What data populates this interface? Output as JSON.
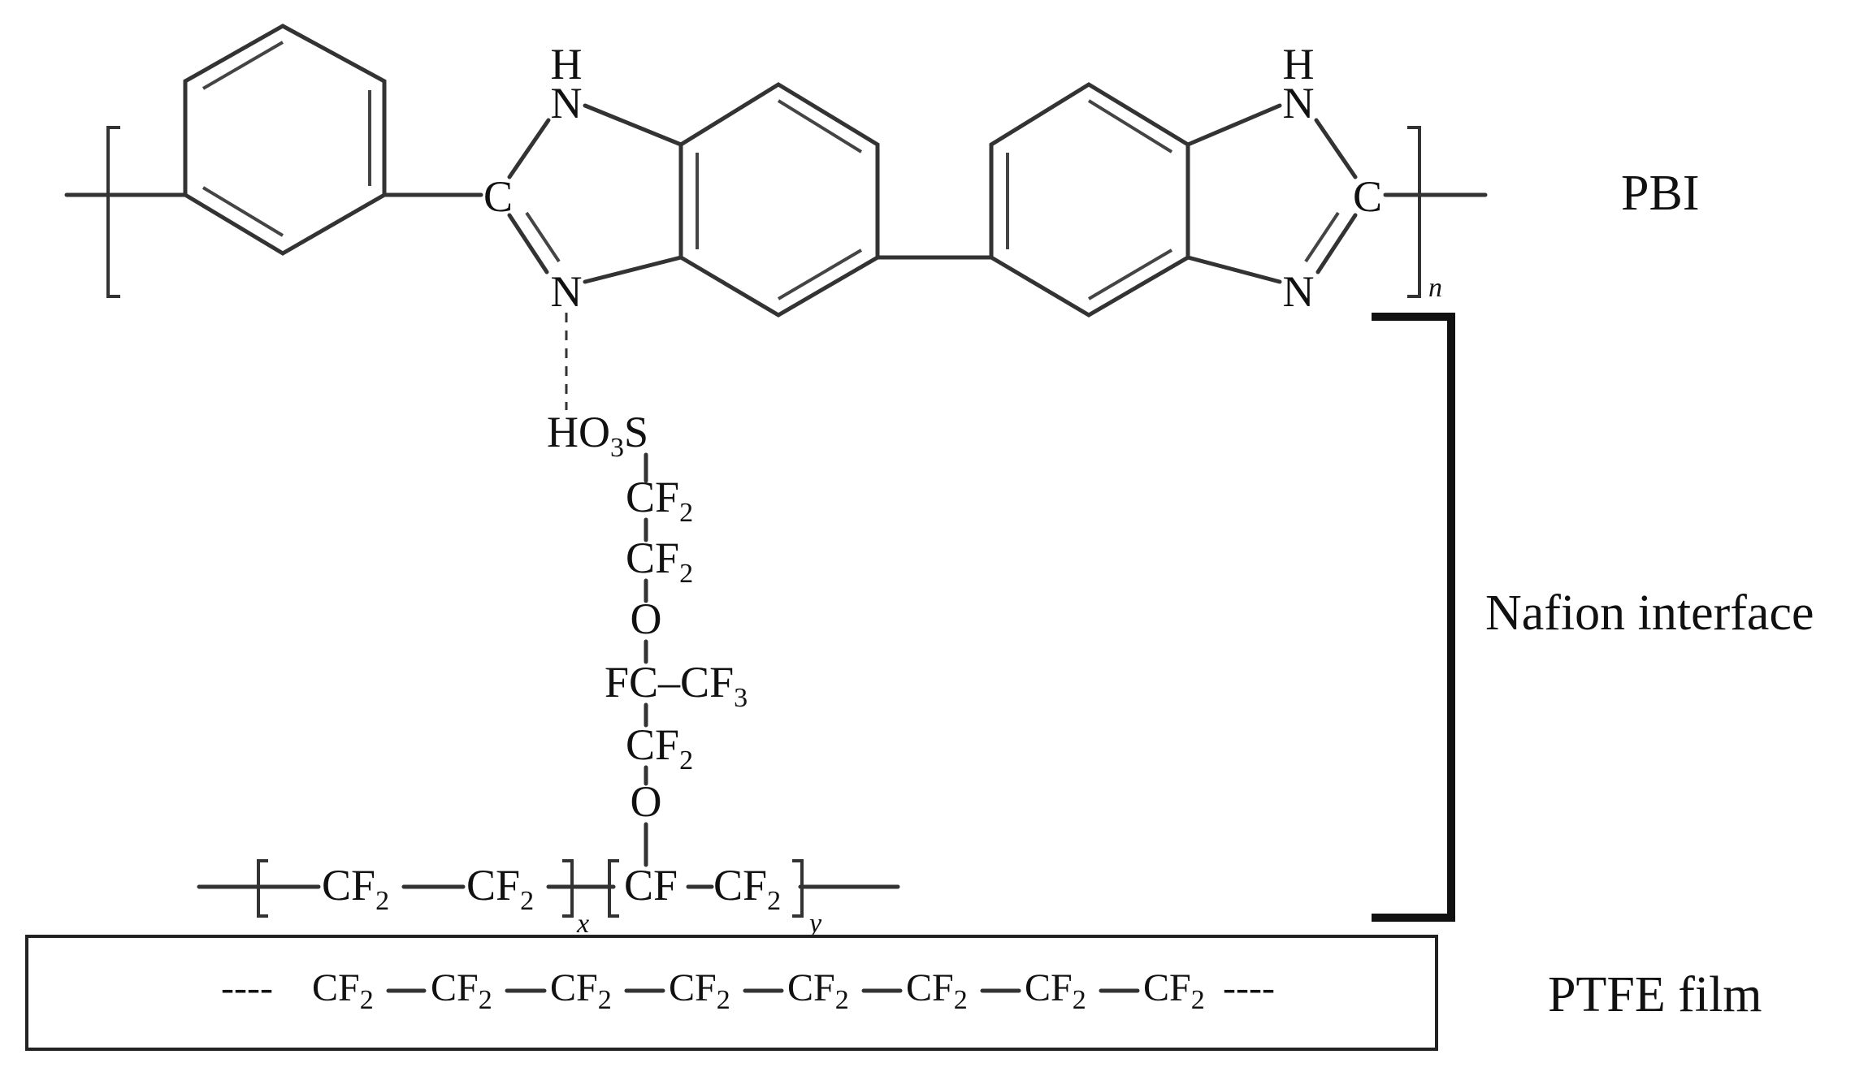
{
  "labels": {
    "pbi": "PBI",
    "nafion_interface": "Nafion interface",
    "ptfe_film": "PTFE film"
  },
  "pbi": {
    "atoms": {
      "h_left": "H",
      "n_upper_left": "N",
      "c_left": "C",
      "n_lower_left": "N",
      "h_right": "H",
      "n_upper_right": "N",
      "c_right": "C",
      "n_lower_right": "N"
    },
    "repeat_subscript": "n"
  },
  "nafion": {
    "sulfonic": {
      "main": "HO",
      "sub": "3",
      "tail": "S"
    },
    "chain": [
      {
        "main": "CF",
        "sub": "2"
      },
      {
        "main": "CF",
        "sub": "2"
      },
      {
        "main": "O",
        "sub": ""
      },
      {
        "main": "FC–CF",
        "sub": "3"
      },
      {
        "main": "CF",
        "sub": "2"
      },
      {
        "main": "O",
        "sub": ""
      }
    ],
    "backbone": {
      "unit_x": [
        {
          "main": "CF",
          "sub": "2"
        },
        {
          "main": "CF",
          "sub": "2"
        }
      ],
      "unit_y": [
        {
          "main": "CF",
          "sub": ""
        },
        {
          "main": "CF",
          "sub": "2"
        }
      ],
      "subscript_x": "x",
      "subscript_y": "y"
    }
  },
  "ptfe": {
    "leading_dashes": "----",
    "trailing_dashes": "----",
    "units": [
      {
        "main": "CF",
        "sub": "2"
      },
      {
        "main": "CF",
        "sub": "2"
      },
      {
        "main": "CF",
        "sub": "2"
      },
      {
        "main": "CF",
        "sub": "2"
      },
      {
        "main": "CF",
        "sub": "2"
      },
      {
        "main": "CF",
        "sub": "2"
      },
      {
        "main": "CF",
        "sub": "2"
      },
      {
        "main": "CF",
        "sub": "2"
      }
    ]
  }
}
